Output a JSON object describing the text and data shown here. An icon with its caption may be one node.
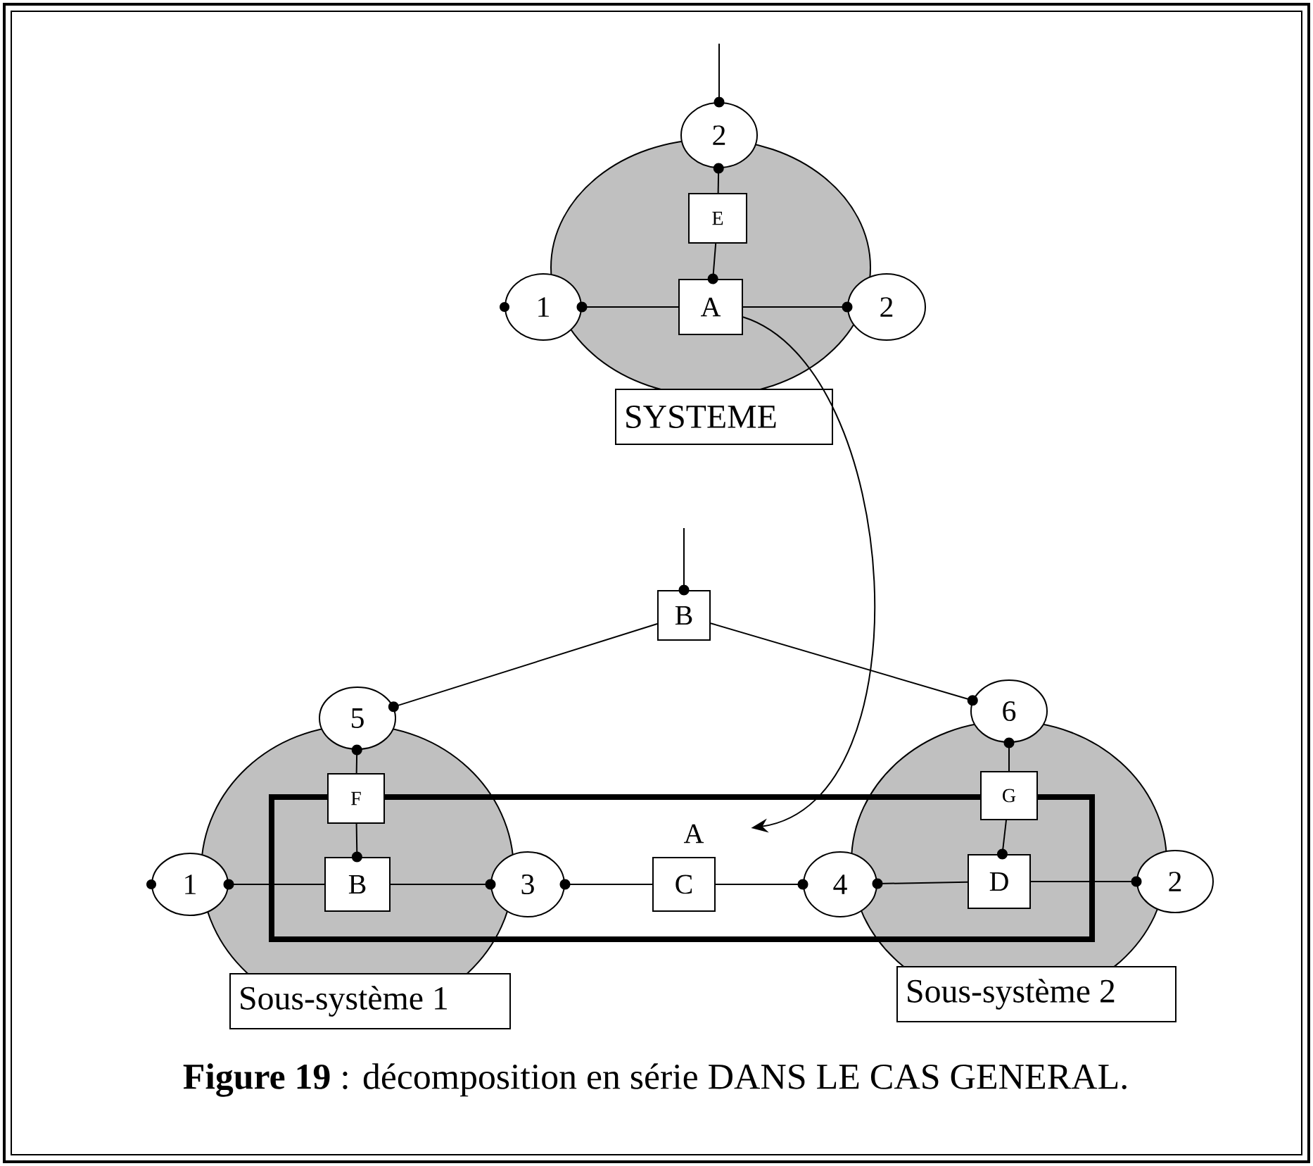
{
  "diagram": {
    "caption": "**Figure 19** : décomposition en série DANS LE CAS GENERAL.",
    "nodes": [
      {
        "text": [
          "SYSTEME"
        ]
      },
      {
        "text": [
          "2"
        ]
      },
      {
        "text": [
          "E"
        ],
        "in": 0
      },
      {
        "text": [
          "A"
        ],
        "in": 0
      },
      {
        "text": [
          "1"
        ]
      },
      {
        "text": [
          "2"
        ]
      },
      {
        "text": [
          "B"
        ]
      },
      {
        "text": [
          "5"
        ]
      },
      {
        "text": [
          "6"
        ]
      },
      {
        "text": [
          "Sous-système 1"
        ]
      },
      {
        "text": [
          "Sous-système 2"
        ]
      },
      {
        "text": [
          "A"
        ]
      },
      {
        "text": [
          "F"
        ],
        "in": 9
      },
      {
        "text": [
          "B"
        ]
      },
      {
        "text": [
          "1"
        ]
      },
      {
        "text": [
          "3"
        ],
        "in": 11
      },
      {
        "text": [
          "C"
        ],
        "in": 11
      },
      {
        "text": [
          "4"
        ],
        "in": 11
      },
      {
        "text": [
          "G"
        ],
        "in": 10
      },
      {
        "text": [
          "D"
        ]
      },
      {
        "text": [
          "2"
        ]
      }
    ],
    "edges": [
      {
        "from": null,
        "to": 1,
        "arrow": "other"
      },
      {
        "from": 2,
        "to": 1,
        "arrow": "other"
      },
      {
        "from": 2,
        "to": 3,
        "arrow": "other"
      },
      {
        "from": 3,
        "to": 4,
        "arrow": "other"
      },
      {
        "from": 3,
        "to": 5,
        "arrow": "other"
      },
      {
        "from": 3,
        "to": 11,
        "arrow": "to"
      },
      {
        "from": null,
        "to": 6,
        "arrow": "other"
      },
      {
        "from": 6,
        "to": 7,
        "arrow": "other"
      },
      {
        "from": 6,
        "to": 8,
        "arrow": "other"
      },
      {
        "from": 12,
        "to": 7,
        "arrow": "other"
      },
      {
        "from": 12,
        "to": 13,
        "arrow": "other"
      },
      {
        "from": 13,
        "to": 14,
        "arrow": "other"
      },
      {
        "from": 13,
        "to": 15,
        "arrow": "other"
      },
      {
        "from": 16,
        "to": 15,
        "arrow": "other"
      },
      {
        "from": 16,
        "to": 17,
        "arrow": "other"
      },
      {
        "from": 19,
        "to": 17,
        "arrow": "other"
      },
      {
        "from": 18,
        "to": 8,
        "arrow": "other"
      },
      {
        "from": 18,
        "to": 19,
        "arrow": "other"
      },
      {
        "from": 19,
        "to": 20,
        "arrow": "other"
      }
    ]
  }
}
